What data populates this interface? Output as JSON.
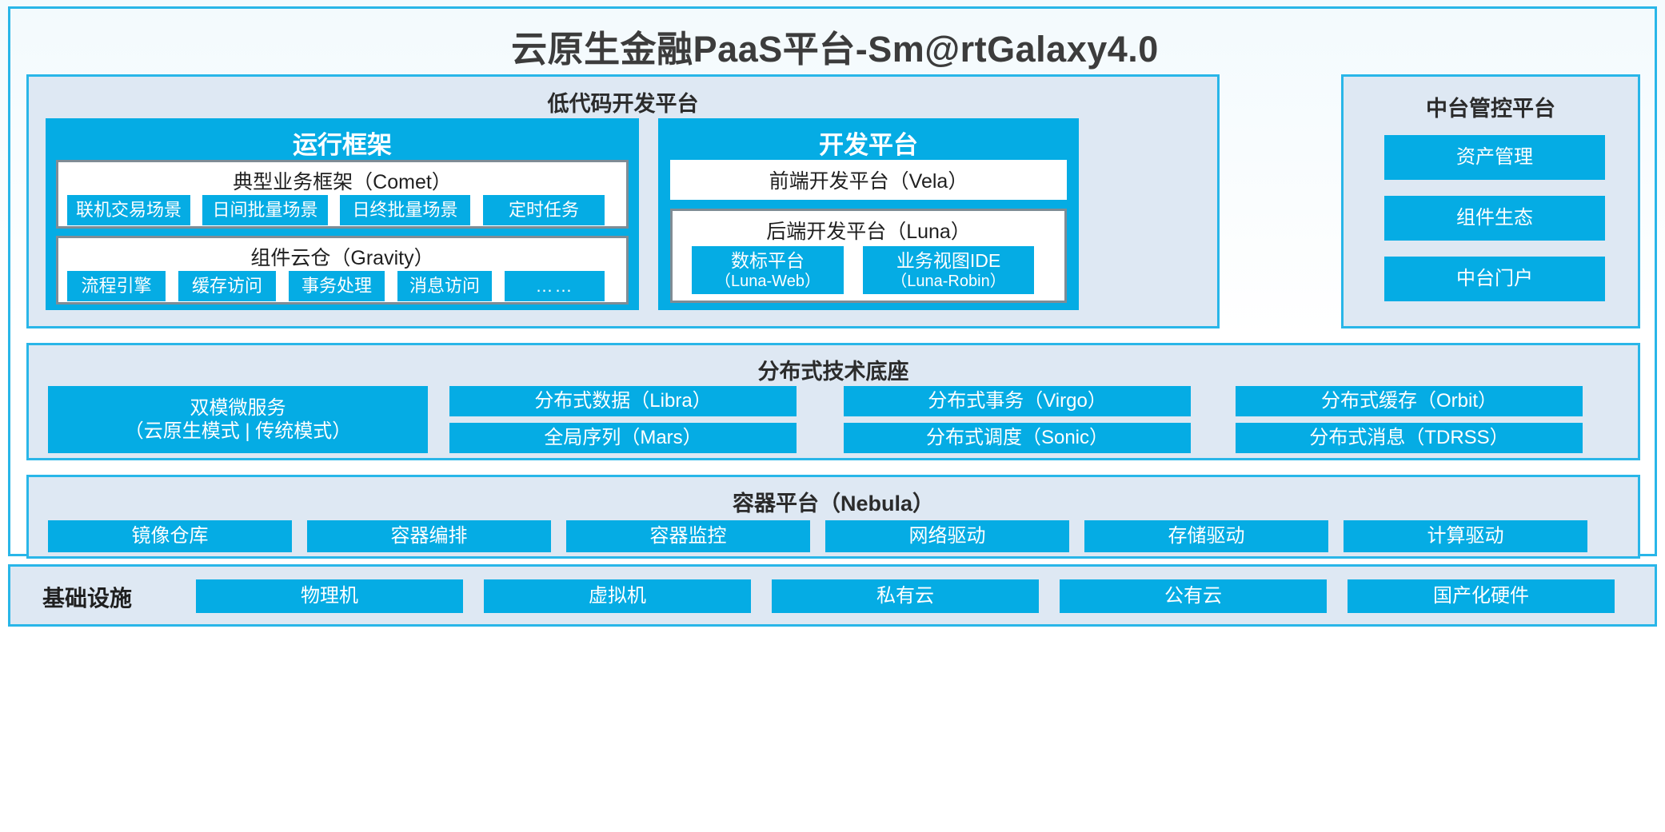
{
  "title": "云原生金融PaaS平台-Sm@rtGalaxy4.0",
  "colors": {
    "accent": "#05ace4",
    "frame_border": "#29b6e8",
    "panel_fill": "#dee8f3",
    "inner_border": "#7f8c95",
    "title_text": "#3c3c3c"
  },
  "lowcode": {
    "title": "低代码开发平台",
    "runtime": {
      "title": "运行框架",
      "comet": {
        "title": "典型业务框架（Comet）",
        "items": [
          "联机交易场景",
          "日间批量场景",
          "日终批量场景",
          "定时任务"
        ]
      },
      "gravity": {
        "title": "组件云仓（Gravity）",
        "items": [
          "流程引擎",
          "缓存访问",
          "事务处理",
          "消息访问",
          "……"
        ]
      }
    },
    "devplatform": {
      "title": "开发平台",
      "frontend": "前端开发平台（Vela）",
      "backend": {
        "title": "后端开发平台（Luna）",
        "items": [
          {
            "line1": "数标平台",
            "line2": "（Luna-Web）"
          },
          {
            "line1": "业务视图IDE",
            "line2": "（Luna-Robin）"
          }
        ]
      }
    }
  },
  "console": {
    "title": "中台管控平台",
    "items": [
      "资产管理",
      "组件生态",
      "中台门户"
    ]
  },
  "distributed": {
    "title": "分布式技术底座",
    "microservice": {
      "line1": "双模微服务",
      "line2": "（云原生模式 | 传统模式）"
    },
    "columns": [
      [
        "分布式数据（Libra）",
        "全局序列（Mars）"
      ],
      [
        "分布式事务（Virgo）",
        "分布式调度（Sonic）"
      ],
      [
        "分布式缓存（Orbit）",
        "分布式消息（TDRSS）"
      ]
    ]
  },
  "container": {
    "title": "容器平台（Nebula）",
    "items": [
      "镜像仓库",
      "容器编排",
      "容器监控",
      "网络驱动",
      "存储驱动",
      "计算驱动"
    ]
  },
  "infrastructure": {
    "label": "基础设施",
    "items": [
      "物理机",
      "虚拟机",
      "私有云",
      "公有云",
      "国产化硬件"
    ]
  }
}
